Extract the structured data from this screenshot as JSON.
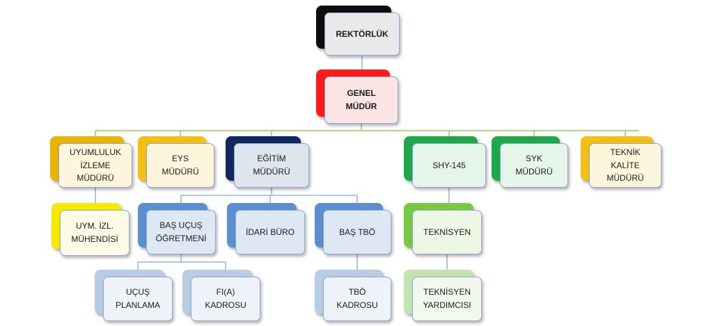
{
  "nodes": [
    {
      "id": "rektorluk",
      "label": "REKTÖRLÜK",
      "back_color": "#0d0d0d",
      "front_color": "#e9e9e9",
      "bold": true
    },
    {
      "id": "genel-mudur",
      "label": "GENEL\nMÜDÜR",
      "back_color": "#ff1a1a",
      "front_color": "#fbe4e4",
      "bold": true
    },
    {
      "id": "uyumluluk-izleme-muduru",
      "label": "UYUMLULUK\nİZLEME\nMÜDÜRÜ",
      "back_color": "#e8b400",
      "front_color": "#fdf6dc",
      "bold": false
    },
    {
      "id": "eys-muduru",
      "label": "EYS\nMÜDÜRÜ",
      "back_color": "#f3c012",
      "front_color": "#fdf6dc",
      "bold": false
    },
    {
      "id": "egitim-muduru",
      "label": "EĞİTİM\nMÜDÜRÜ",
      "back_color": "#10285e",
      "front_color": "#dee5ef",
      "bold": false
    },
    {
      "id": "shy-145",
      "label": "SHY-145",
      "back_color": "#1da84a",
      "front_color": "#e6f5ea",
      "bold": false
    },
    {
      "id": "syk-muduru",
      "label": "SYK\nMÜDÜRÜ",
      "back_color": "#1da84a",
      "front_color": "#e6f5ea",
      "bold": false
    },
    {
      "id": "teknik-kalite-muduru",
      "label": "TEKNİK\nKALİTE\nMÜDÜRÜ",
      "back_color": "#f3c012",
      "front_color": "#fdf6dc",
      "bold": false
    },
    {
      "id": "uym-izl-muhendisi",
      "label": "UYM. İZL.\nMÜHENDİSİ",
      "back_color": "#f5ea00",
      "front_color": "#fdfbe6",
      "bold": false
    },
    {
      "id": "bas-ucus-ogretmeni",
      "label": "BAŞ UÇUŞ\nÖĞRETMENİ",
      "back_color": "#5b8fd0",
      "front_color": "#dde8f4",
      "bold": false
    },
    {
      "id": "idari-buro",
      "label": "İDARİ BÜRO",
      "back_color": "#5b8fd0",
      "front_color": "#dde8f4",
      "bold": false
    },
    {
      "id": "bas-tbo",
      "label": "BAŞ TBÖ",
      "back_color": "#5b8fd0",
      "front_color": "#dde8f4",
      "bold": false
    },
    {
      "id": "teknisyen",
      "label": "TEKNİSYEN",
      "back_color": "#7ac943",
      "front_color": "#eef7e6",
      "bold": false
    },
    {
      "id": "ucus-planlama",
      "label": "UÇUŞ\nPLANLAMA",
      "back_color": "#b8cce4",
      "front_color": "#eef3f9",
      "bold": false
    },
    {
      "id": "fia-kadrosu",
      "label": "FI(A)\nKADROSU",
      "back_color": "#b8cce4",
      "front_color": "#eef3f9",
      "bold": false
    },
    {
      "id": "tbo-kadrosu",
      "label": "TBÖ\nKADROSU",
      "back_color": "#b8cce4",
      "front_color": "#eef3f9",
      "bold": false
    },
    {
      "id": "teknisyen-yardimcisi",
      "label": "TEKNİSYEN\nYARDIMCISI",
      "back_color": "#c5e3b0",
      "front_color": "#f2f8ec",
      "bold": false
    }
  ],
  "edges": [
    [
      "rektorluk",
      "genel-mudur"
    ],
    [
      "genel-mudur",
      "uyumluluk-izleme-muduru"
    ],
    [
      "genel-mudur",
      "eys-muduru"
    ],
    [
      "genel-mudur",
      "egitim-muduru"
    ],
    [
      "genel-mudur",
      "shy-145"
    ],
    [
      "genel-mudur",
      "syk-muduru"
    ],
    [
      "genel-mudur",
      "teknik-kalite-muduru"
    ],
    [
      "uyumluluk-izleme-muduru",
      "uym-izl-muhendisi"
    ],
    [
      "egitim-muduru",
      "bas-ucus-ogretmeni"
    ],
    [
      "egitim-muduru",
      "idari-buro"
    ],
    [
      "egitim-muduru",
      "bas-tbo"
    ],
    [
      "bas-ucus-ogretmeni",
      "ucus-planlama"
    ],
    [
      "bas-ucus-ogretmeni",
      "fia-kadrosu"
    ],
    [
      "bas-tbo",
      "tbo-kadrosu"
    ],
    [
      "shy-145",
      "teknisyen"
    ],
    [
      "teknisyen",
      "teknisyen-yardimcisi"
    ]
  ],
  "line_colors": {
    "main": "#92d050",
    "sub": "#8db3e2"
  }
}
